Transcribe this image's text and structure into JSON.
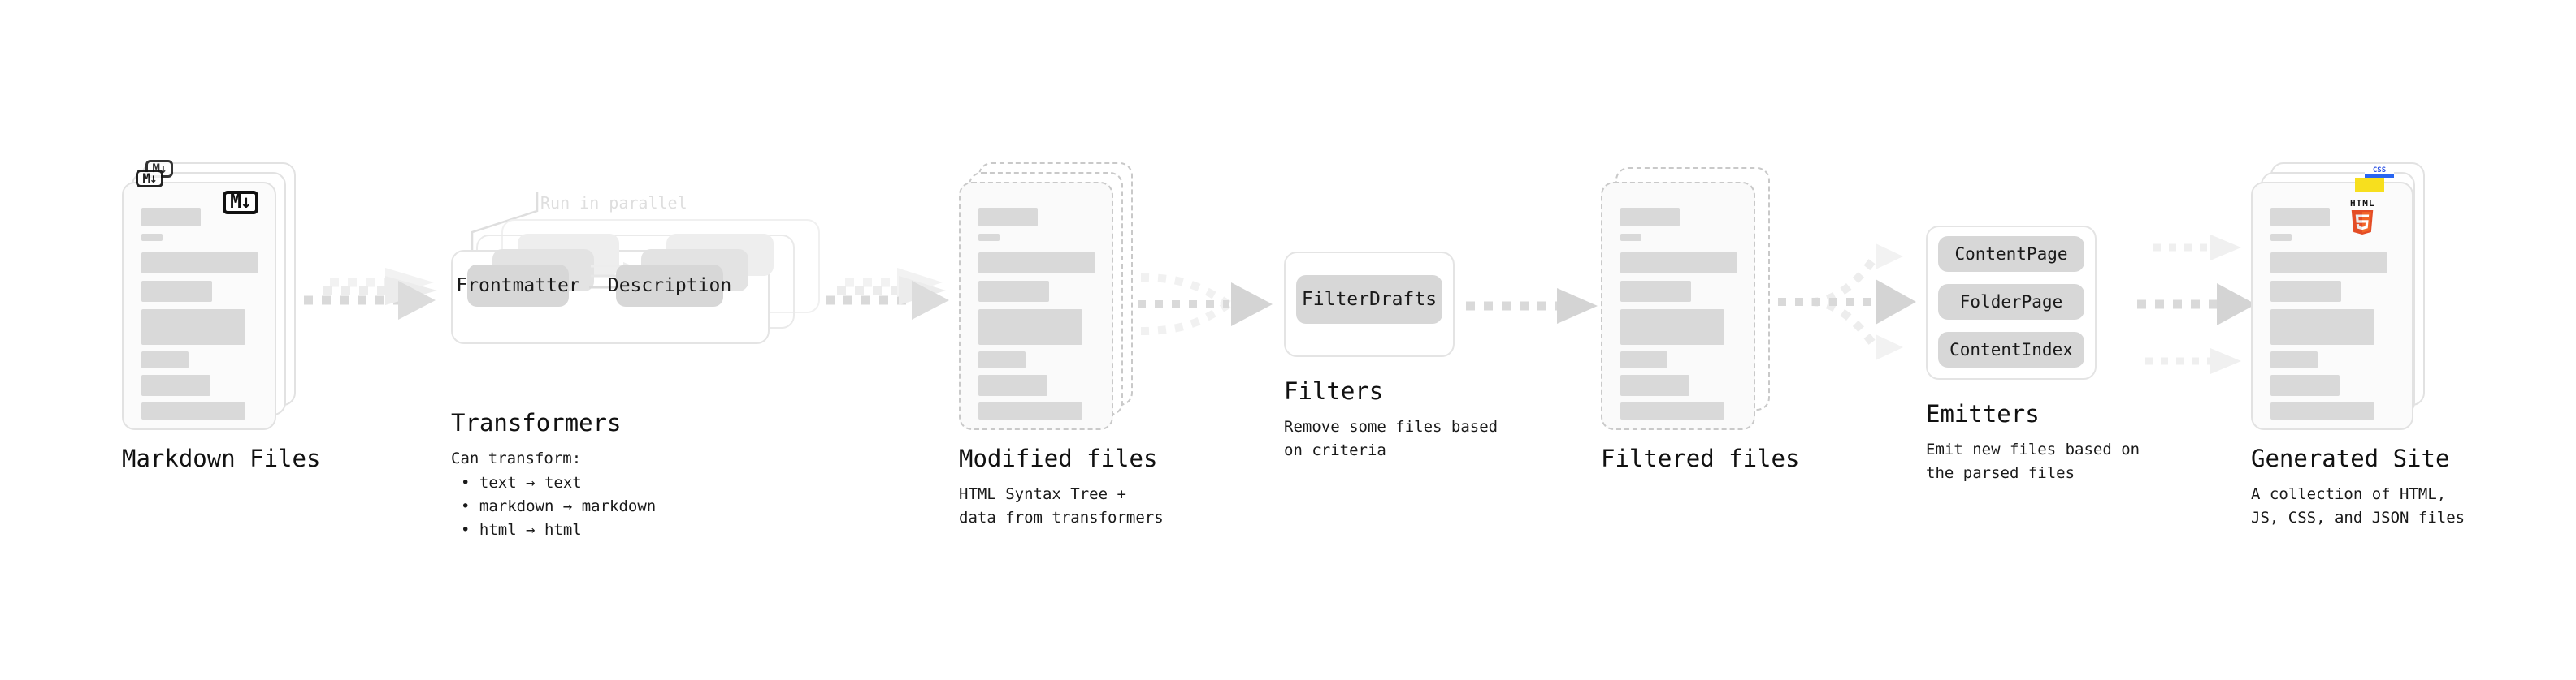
{
  "diagram": {
    "type": "pipeline-flow",
    "background": "#ffffff",
    "accent_colors": {
      "skeleton": "#d9d9d9",
      "card_border": "#e2e2e2",
      "dashed_border": "#c9c9c9",
      "chip": "#d7d7d7",
      "arrow": "#d6d6d6",
      "arrow_faint": "#ededed",
      "markdown_badge": "#111111",
      "js_badge": "#f7df1e",
      "css_badge": "#2965f1",
      "html5_badge": "#e44d26"
    },
    "stages": [
      {
        "id": "markdown-files",
        "title": "Markdown Files",
        "subtitle": "",
        "bullets": [],
        "kind": "file-stack",
        "badge": "markdown-badge",
        "badge_text": "M↓"
      },
      {
        "id": "transformers",
        "title": "Transformers",
        "subtitle": "Can transform:",
        "bullets": [
          "• text → text",
          "• markdown → markdown",
          "• html → html"
        ],
        "kind": "stacked-panels",
        "annotation": "Run in parallel",
        "chips": [
          "Frontmatter",
          "Description"
        ]
      },
      {
        "id": "modified-files",
        "title": "Modified files",
        "subtitle": "HTML Syntax Tree +\ndata from transformers",
        "bullets": [],
        "kind": "file-stack-dashed",
        "badge": "none"
      },
      {
        "id": "filters",
        "title": "Filters",
        "subtitle": "Remove some files based\non criteria",
        "bullets": [],
        "kind": "panel",
        "chips": [
          "FilterDrafts"
        ]
      },
      {
        "id": "filtered-files",
        "title": "Filtered files",
        "subtitle": "",
        "bullets": [],
        "kind": "file-stack-dashed",
        "badge": "none"
      },
      {
        "id": "emitters",
        "title": "Emitters",
        "subtitle": "Emit new files based on\nthe parsed files",
        "bullets": [],
        "kind": "panel",
        "chips": [
          "ContentPage",
          "FolderPage",
          "ContentIndex"
        ]
      },
      {
        "id": "generated-site",
        "title": "Generated Site",
        "subtitle": "A collection of HTML,\nJS, CSS, and JSON files",
        "bullets": [],
        "kind": "file-stack",
        "badge": "html5-badge",
        "badge_text": "HTML",
        "badge_extra": [
          "js-badge",
          "css-badge"
        ]
      }
    ],
    "connectors": [
      {
        "id": "c1",
        "from": "markdown-files",
        "to": "transformers",
        "style": "parallel-dashed-3"
      },
      {
        "id": "c2",
        "from": "transformers",
        "to": "modified-files",
        "style": "parallel-dashed-3"
      },
      {
        "id": "c3",
        "from": "modified-files",
        "to": "filters",
        "style": "fan-in-dashed"
      },
      {
        "id": "c4",
        "from": "filters",
        "to": "filtered-files",
        "style": "single-dashed"
      },
      {
        "id": "c5",
        "from": "filtered-files",
        "to": "emitters",
        "style": "fan-out-dashed"
      },
      {
        "id": "c6",
        "from": "emitters",
        "to": "generated-site",
        "style": "parallel-arrows-3"
      }
    ],
    "css_badge_text": "CSS",
    "html5_badge_digit": "5"
  }
}
